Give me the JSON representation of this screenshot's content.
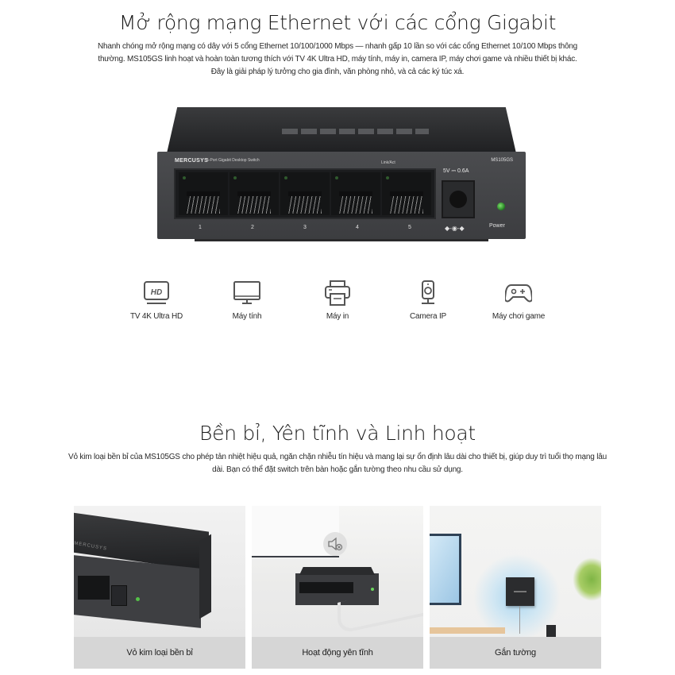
{
  "section1": {
    "title": "Mở rộng mạng Ethernet với các cổng Gigabit",
    "description": "Nhanh chóng mở rộng mạng có dây với 5 cổng Ethernet 10/100/1000 Mbps — nhanh gấp 10 lần so với các cổng Ethernet 10/100 Mbps thông thường. MS105GS linh hoạt và hoàn toàn tương thích với TV 4K Ultra HD, máy tính, máy in, camera IP, máy chơi game và nhiều thiết bị khác. Đây là giải pháp lý tưởng cho gia đình, văn phòng nhỏ, và cả các ký túc xá."
  },
  "product": {
    "brand": "MERCUSYS",
    "model_desc": "5-Port Gigabit Desktop Switch",
    "sku": "MS105GS",
    "link_act_label": "Link/Act",
    "power_rating": "5V ⎓ 0.6A",
    "polarity_symbol": "◆-◉-◆",
    "power_label": "Power",
    "ports": [
      "1",
      "2",
      "3",
      "4",
      "5"
    ],
    "led_color": "#55c148"
  },
  "devices": [
    {
      "icon": "hd-tv-icon",
      "label": "TV 4K Ultra HD"
    },
    {
      "icon": "monitor-icon",
      "label": "Máy tính"
    },
    {
      "icon": "printer-icon",
      "label": "Máy in"
    },
    {
      "icon": "camera-icon",
      "label": "Camera IP"
    },
    {
      "icon": "gamepad-icon",
      "label": "Máy chơi game"
    }
  ],
  "section2": {
    "title": "Bền bỉ, Yên tĩnh và Linh hoạt",
    "description": "Vỏ kim loại bền bỉ của MS105GS cho phép tản nhiệt hiệu quả, ngăn chặn nhiễu tín hiệu và mang lại sự ổn định lâu dài cho thiết bị, giúp duy trì tuổi thọ mạng lâu dài. Bạn có thể đặt switch trên bàn hoặc gắn tường theo nhu cầu sử dụng."
  },
  "features": [
    {
      "label": "Vỏ kim loại bền bỉ",
      "image": "metal-casing-photo"
    },
    {
      "label": "Hoạt động yên tĩnh",
      "image": "silent-operation-photo",
      "icon": "mute-speaker-icon"
    },
    {
      "label": "Gắn tường",
      "image": "wall-mount-photo"
    }
  ],
  "colors": {
    "text": "#1a1a1a",
    "caption_bar": "#d6d6d6",
    "switch_body": "#3c3d40"
  }
}
